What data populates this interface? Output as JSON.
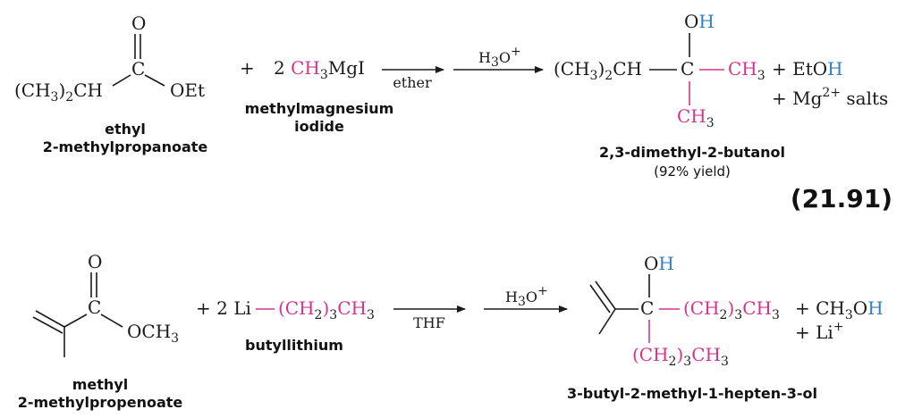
{
  "colors": {
    "magenta": "#d6338a",
    "blue": "#2f7fc1",
    "black": "#1a1a1a"
  },
  "equation_number": "(21.91)",
  "reaction1": {
    "reactant_name_1": "ethyl",
    "reactant_name_2": "2-methylpropanoate",
    "reactant_O": "O",
    "reactant_C": "C",
    "reactant_left": "(CH3)2CH",
    "reactant_right": "OEt",
    "plus": "+",
    "reagent_coef": "2",
    "reagent_CH3": "CH3",
    "reagent_MgI": "MgI",
    "reagent_name_1": "methylmagnesium",
    "reagent_name_2": "iodide",
    "arrow1_label": "ether",
    "arrow2_label": "H3O+",
    "product_OH_O": "O",
    "product_OH_H": "H",
    "product_left": "(CH3)2CH",
    "product_C": "C",
    "product_right": "CH3",
    "product_bottom": "CH3",
    "side_EtOH_Et": "EtO",
    "side_EtOH_H": "H",
    "side_Mg": "Mg2+",
    "side_salts": "salts",
    "product_name": "2,3-dimethyl-2-butanol",
    "product_yield": "(92% yield)"
  },
  "reaction2": {
    "reactant_name_1": "methyl",
    "reactant_name_2": "2-methylpropenoate",
    "reactant_O": "O",
    "reactant_C": "C",
    "reactant_right": "OCH3",
    "plus": "+",
    "reagent_coef": "2",
    "reagent_Li": "Li",
    "reagent_chain": "(CH2)3CH3",
    "reagent_name": "butyllithium",
    "arrow1_label": "THF",
    "arrow2_label": "H3O+",
    "product_OH_O": "O",
    "product_OH_H": "H",
    "product_C": "C",
    "product_right": "(CH2)3CH3",
    "product_bottom": "(CH2)3CH3",
    "side_MeOH_CH3O": "CH3O",
    "side_MeOH_H": "H",
    "side_Li": "Li+",
    "product_name": "3-butyl-2-methyl-1-hepten-3-ol"
  }
}
